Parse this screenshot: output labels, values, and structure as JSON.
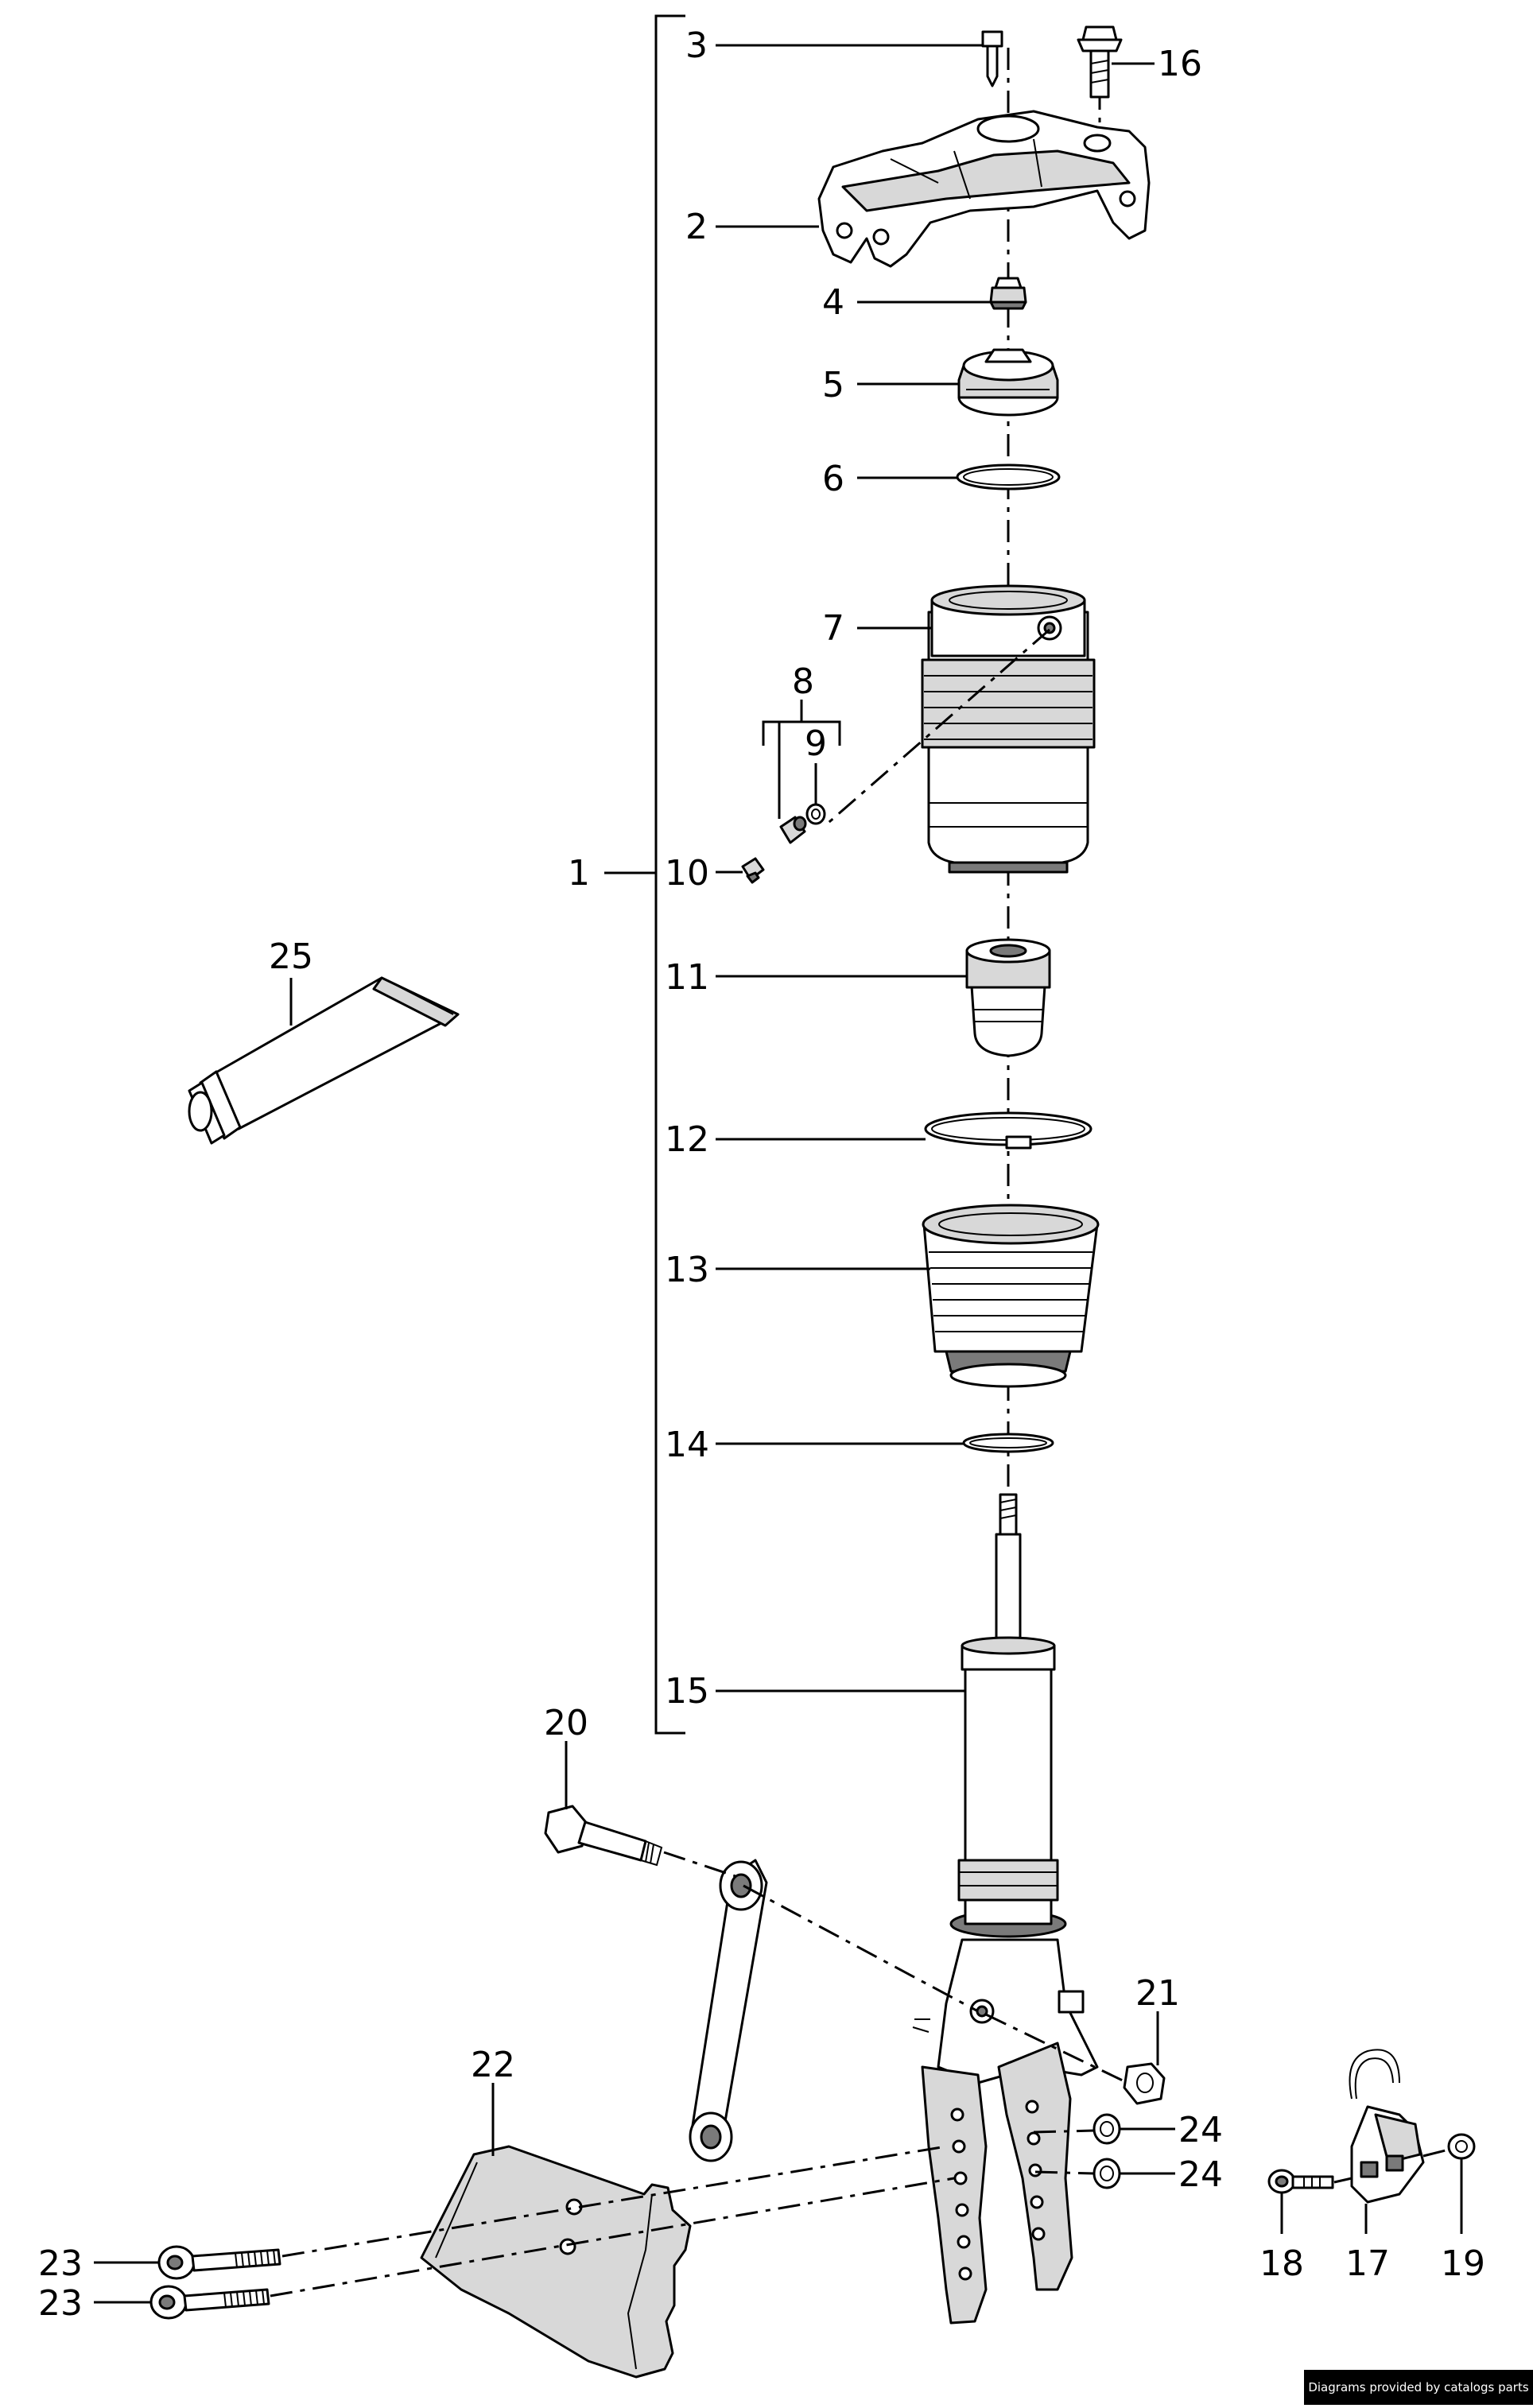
{
  "diagram": {
    "callouts": [
      {
        "id": "c1",
        "text": "1"
      },
      {
        "id": "c2",
        "text": "2"
      },
      {
        "id": "c3",
        "text": "3"
      },
      {
        "id": "c4",
        "text": "4"
      },
      {
        "id": "c5",
        "text": "5"
      },
      {
        "id": "c6",
        "text": "6"
      },
      {
        "id": "c7",
        "text": "7"
      },
      {
        "id": "c8",
        "text": "8"
      },
      {
        "id": "c9",
        "text": "9"
      },
      {
        "id": "c10",
        "text": "10"
      },
      {
        "id": "c11",
        "text": "11"
      },
      {
        "id": "c12",
        "text": "12"
      },
      {
        "id": "c13",
        "text": "13"
      },
      {
        "id": "c14",
        "text": "14"
      },
      {
        "id": "c15",
        "text": "15"
      },
      {
        "id": "c16",
        "text": "16"
      },
      {
        "id": "c17",
        "text": "17"
      },
      {
        "id": "c18",
        "text": "18"
      },
      {
        "id": "c19",
        "text": "19"
      },
      {
        "id": "c20",
        "text": "20"
      },
      {
        "id": "c21",
        "text": "21"
      },
      {
        "id": "c22",
        "text": "22"
      },
      {
        "id": "c23a",
        "text": "23"
      },
      {
        "id": "c23b",
        "text": "23"
      },
      {
        "id": "c24a",
        "text": "24"
      },
      {
        "id": "c24b",
        "text": "24"
      },
      {
        "id": "c25",
        "text": "25"
      }
    ],
    "credit": "Diagrams provided by catalogs parts"
  }
}
